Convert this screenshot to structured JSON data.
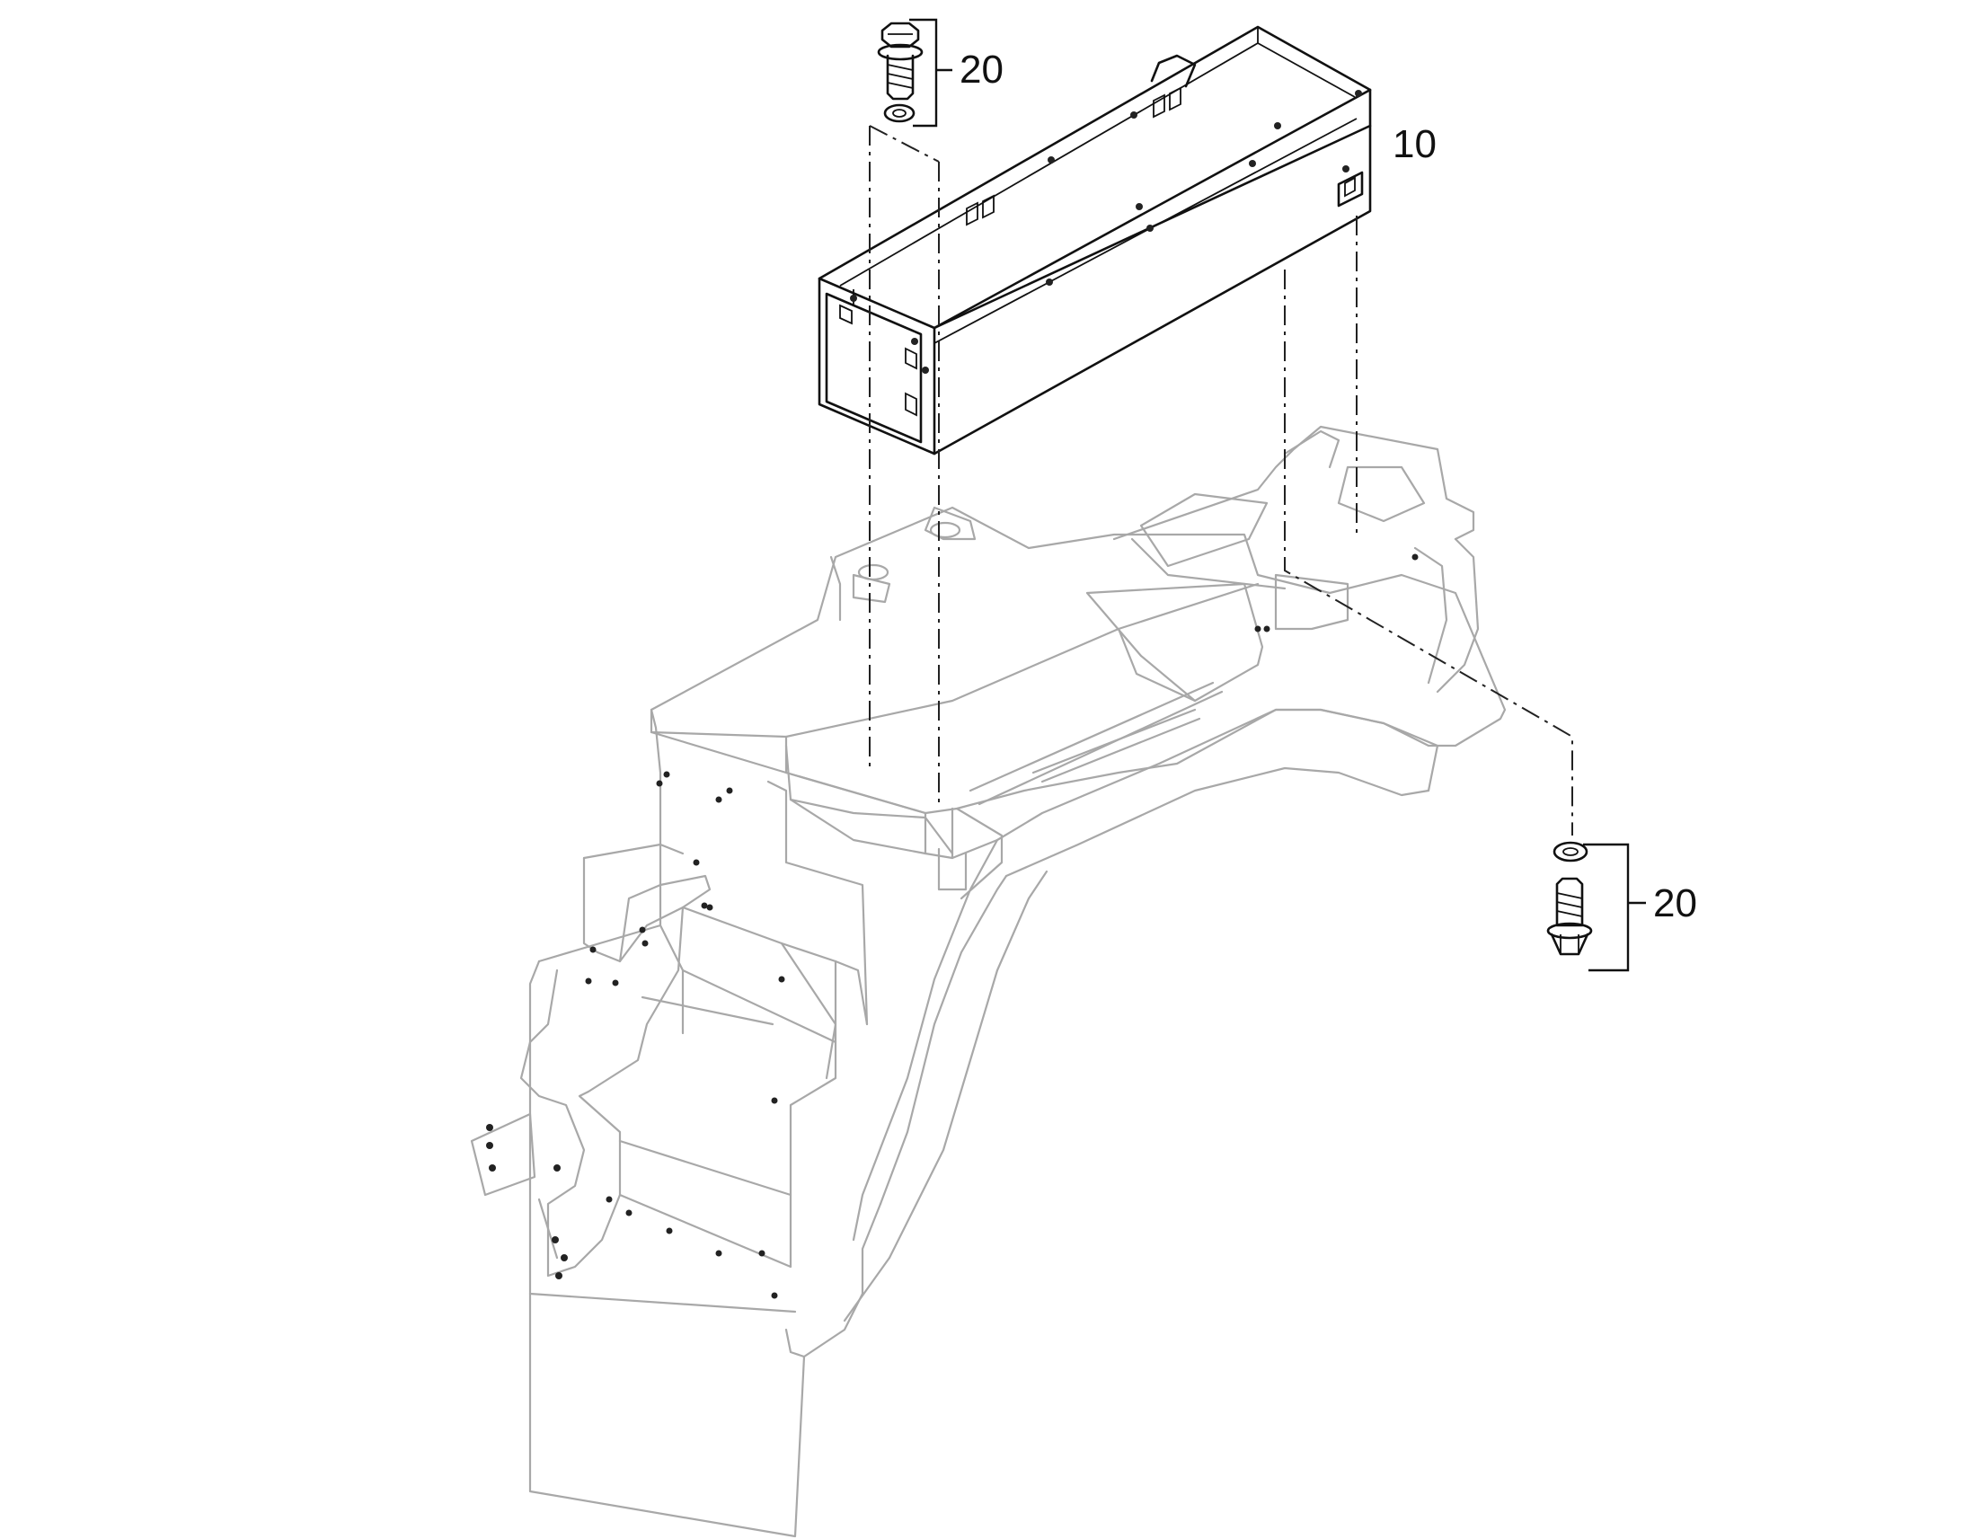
{
  "callouts": [
    {
      "id": "bolt-top",
      "label": "20"
    },
    {
      "id": "box",
      "label": "10"
    },
    {
      "id": "bolt-bottom",
      "label": "20"
    }
  ],
  "colors": {
    "part_stroke": "#111111",
    "ghost_stroke": "#a8a8a8",
    "background": "#ffffff"
  }
}
